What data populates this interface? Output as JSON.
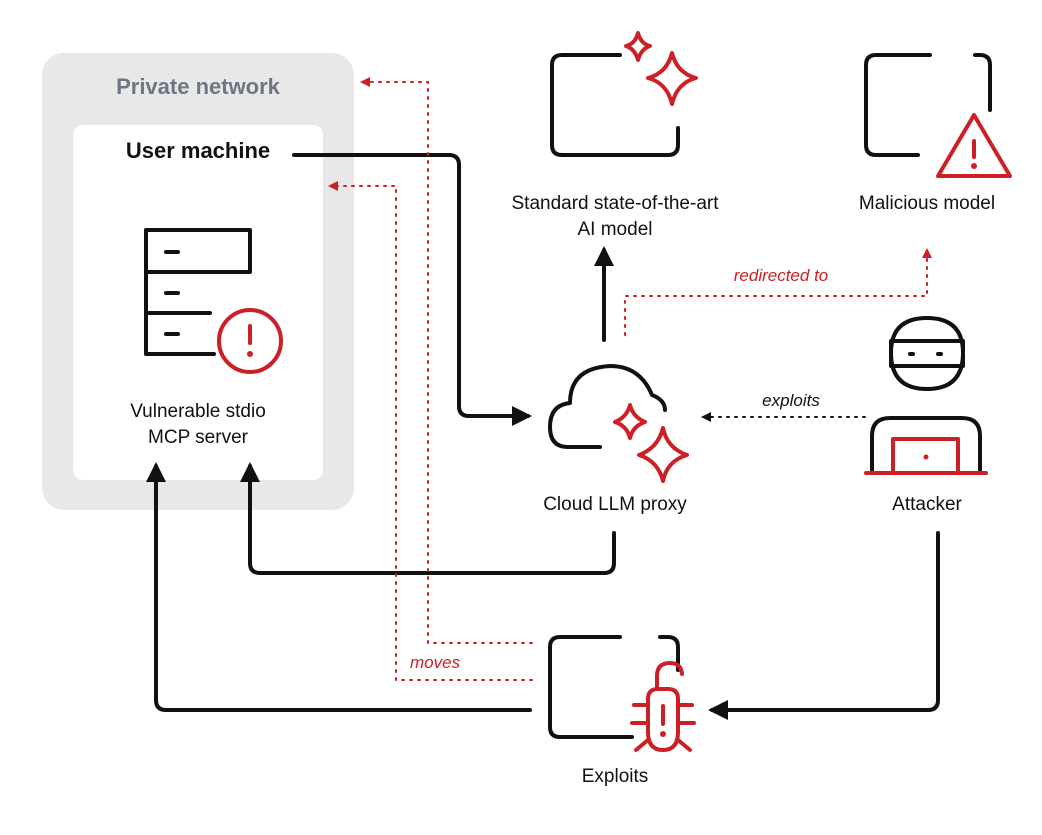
{
  "colors": {
    "black": "#111111",
    "red": "#cc1f26",
    "network_bg": "#e8e8e8",
    "network_label": "#6e7686",
    "white": "#ffffff"
  },
  "nodes": {
    "private_network": {
      "label": "Private network"
    },
    "user_machine": {
      "label": "User machine"
    },
    "mcp_server": {
      "label_line1": "Vulnerable stdio",
      "label_line2": "MCP server",
      "icon": "server-rack-alert-icon"
    },
    "standard_model": {
      "label_line1": "Standard state-of-the-art",
      "label_line2": "AI model",
      "icon": "ai-sparkle-frame-icon"
    },
    "malicious_model": {
      "label": "Malicious model",
      "icon": "warning-triangle-icon"
    },
    "cloud_proxy": {
      "label": "Cloud LLM proxy",
      "icon": "cloud-sparkle-icon"
    },
    "attacker": {
      "label": "Attacker",
      "icon": "hacker-laptop-icon"
    },
    "exploits": {
      "label": "Exploits",
      "icon": "bug-unlocked-icon"
    }
  },
  "edges": {
    "redirected_to": "redirected to",
    "exploits": "exploits",
    "moves": "moves"
  }
}
